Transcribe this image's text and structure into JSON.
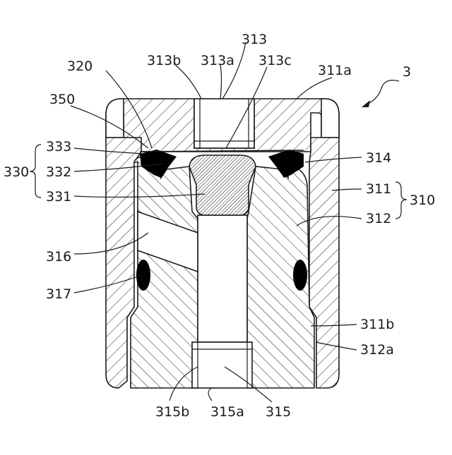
{
  "figure": {
    "ref_3": "3",
    "ref_313": "313",
    "ref_313b": "313b",
    "ref_313a": "313a",
    "ref_313c": "313c",
    "ref_320": "320",
    "ref_311a": "311a",
    "ref_350": "350",
    "ref_333": "333",
    "ref_330": "330",
    "ref_332": "332",
    "ref_331": "331",
    "ref_314": "314",
    "ref_311": "311",
    "ref_310": "310",
    "ref_312": "312",
    "ref_316": "316",
    "ref_317": "317",
    "ref_311b": "311b",
    "ref_312a": "312a",
    "ref_315b": "315b",
    "ref_315a": "315a",
    "ref_315": "315"
  }
}
